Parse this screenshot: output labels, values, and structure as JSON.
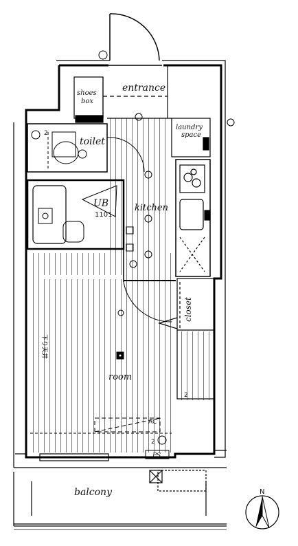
{
  "rooms": {
    "entrance": "entrance",
    "shoes_box_line1": "shoes",
    "shoes_box_line2": "box",
    "toilet": "toilet",
    "laundry_line1": "laundry",
    "laundry_line2": "space",
    "unit_bath": "UB",
    "unit_bath_size": "1101",
    "kitchen": "kitchen",
    "closet": "closet",
    "room": "room",
    "ceiling_note": "下り天井",
    "balcony": "balcony",
    "ps": "PS",
    "ac": "AC",
    "outlet_2a": "2",
    "outlet_2b": "2",
    "outlet_2c": "2"
  },
  "compass": {
    "north_label": "N"
  }
}
